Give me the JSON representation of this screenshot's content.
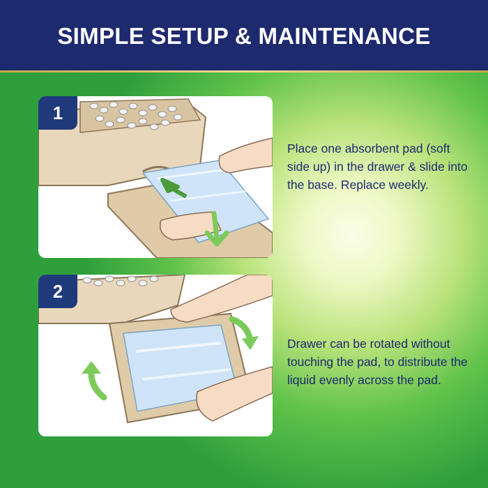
{
  "header": {
    "title": "SIMPLE SETUP & MAINTENANCE",
    "background": "#1d2a6e"
  },
  "steps": [
    {
      "number": "1",
      "icon": "litter-box-drawer-insert-illustration",
      "text": "Place one absorbent pad (soft side up) in the drawer & slide into the base. Replace weekly."
    },
    {
      "number": "2",
      "icon": "drawer-rotate-illustration",
      "text": "Drawer can be rotated without touching the pad, to distribute the liquid evenly across the pad."
    }
  ],
  "colors": {
    "badge": "#1f3a7a",
    "text": "#1d2a6e",
    "arrow": "#7ccb5a",
    "litter_box": "#e9d7bb",
    "pad": "#cfe4f8"
  }
}
